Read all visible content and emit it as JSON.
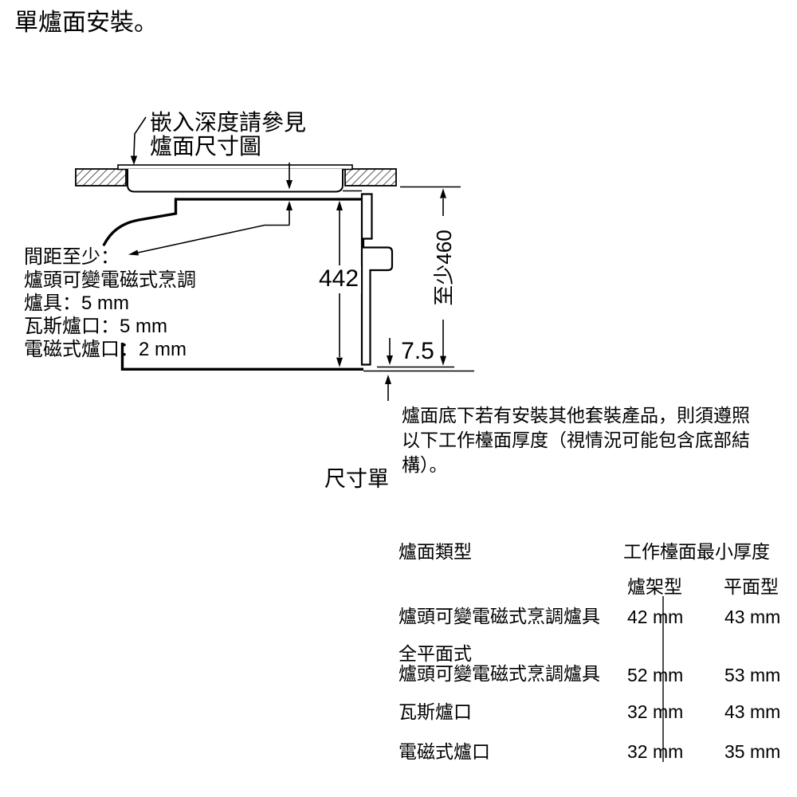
{
  "page": {
    "title": "單爐面安裝。",
    "colors": {
      "ink": "#000000",
      "background": "#ffffff"
    }
  },
  "diagram": {
    "callout": {
      "line1": "嵌入深度請參見",
      "line2": "爐面尺寸圖"
    },
    "clearance": {
      "line1": "間距至少：",
      "line2": "爐頭可變電磁式烹調",
      "line3": "爐具：5 mm",
      "line4": "瓦斯爐口：5 mm",
      "line5": "電磁式爐口：2 mm"
    },
    "dimensions": {
      "depth": "442",
      "niche_height": "至少460",
      "bottom_gap": "7.5"
    },
    "units_note": "尺寸單"
  },
  "note": {
    "line1": "爐面底下若有安裝其他套裝產品，則須遵照",
    "line2": "以下工作檯面厚度（視情況可能包含底部結",
    "line3": "構）。"
  },
  "table": {
    "header_type": "爐面類型",
    "header_thickness": "工作檯面最小厚度",
    "subheader_grate": "爐架型",
    "subheader_flat": "平面型",
    "rows": [
      {
        "label1": "爐頭可變電磁式烹調爐具",
        "grate": "42 mm",
        "flat": "43 mm"
      },
      {
        "label1": "全平面式",
        "label2": "爐頭可變電磁式烹調爐具",
        "grate": "52 mm",
        "flat": "53 mm"
      },
      {
        "label1": "瓦斯爐口",
        "grate": "32 mm",
        "flat": "43 mm"
      },
      {
        "label1": "電磁式爐口",
        "grate": "32 mm",
        "flat": "35 mm"
      }
    ]
  }
}
